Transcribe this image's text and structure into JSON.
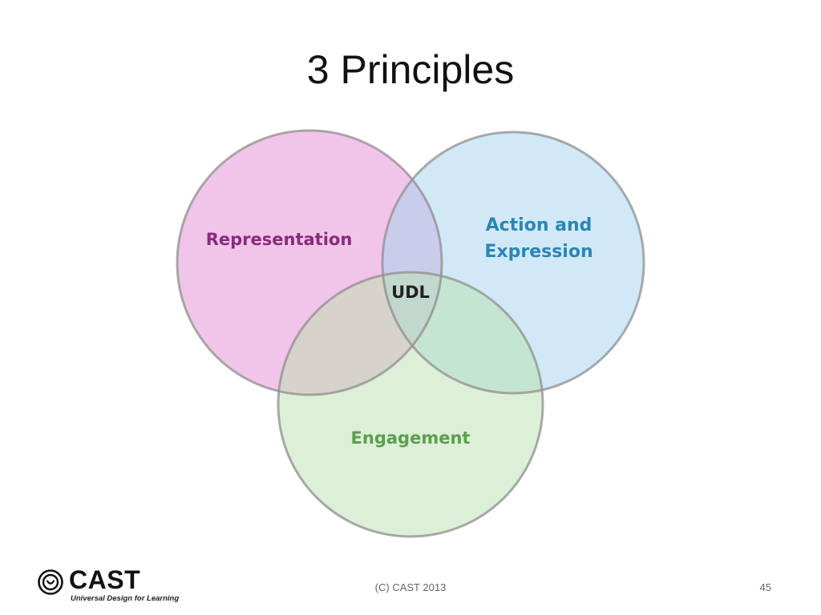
{
  "slide": {
    "title": "3 Principles",
    "footer": "(C) CAST 2013",
    "page_number": "45"
  },
  "diagram": {
    "circles": [
      {
        "id": "representation",
        "label_lines": [
          "Representation"
        ],
        "fill": "#e48cd3",
        "text_color": "#8a2a7c"
      },
      {
        "id": "action-expression",
        "label_lines": [
          "Action and",
          "Expression"
        ],
        "fill": "#a3d3f0",
        "text_color": "#2b86b5"
      },
      {
        "id": "engagement",
        "label_lines": [
          "Engagement"
        ],
        "fill": "#b9e2b0",
        "text_color": "#5b9e4f"
      }
    ],
    "center_label": "UDL",
    "outline_color": "#8f8f8f",
    "center_text_color": "#222222"
  },
  "logo": {
    "wordmark": "CAST",
    "tagline": "Universal Design for Learning",
    "icon": "cast-logo-icon"
  }
}
